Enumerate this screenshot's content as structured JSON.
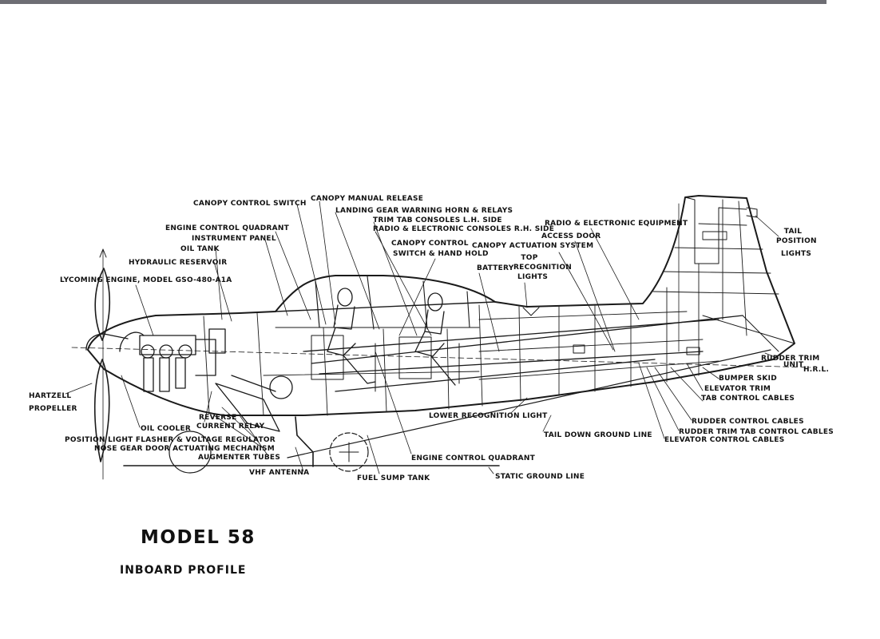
{
  "title": "MODEL 58",
  "subtitle": "INBOARD PROFILE",
  "labels": {
    "canopy_control_switch": "CANOPY CONTROL SWITCH",
    "canopy_manual_release": "CANOPY MANUAL RELEASE",
    "landing_gear_warning": "LANDING GEAR WARNING HORN & RELAYS",
    "trim_tab_consoles_lh": "TRIM TAB CONSOLES L.H. SIDE",
    "radio_consoles_rh": "RADIO & ELECTRONIC CONSOLES R.H. SIDE",
    "engine_control_quadrant_top": "ENGINE CONTROL QUADRANT",
    "instrument_panel": "INSTRUMENT PANEL",
    "oil_tank": "OIL TANK",
    "hydraulic_reservoir": "HYDRAULIC RESERVOIR",
    "lycoming_engine": "LYCOMING ENGINE, MODEL GSO-480-A1A",
    "canopy_control_hand_hold_1": "CANOPY CONTROL",
    "canopy_control_hand_hold_2": "SWITCH & HAND HOLD",
    "battery": "BATTERY",
    "canopy_actuation_system": "CANOPY ACTUATION SYSTEM",
    "top_recognition_1": "TOP",
    "top_recognition_2": "RECOGNITION",
    "top_recognition_3": "LIGHTS",
    "access_door": "ACCESS DOOR",
    "radio_electronic_equipment": "RADIO & ELECTRONIC EQUIPMENT",
    "tail_position_1": "TAIL",
    "tail_position_2": "POSITION",
    "tail_position_3": "LIGHTS",
    "rudder_trim_unit_1": "RUDDER TRIM",
    "rudder_trim_unit_2": "UNIT",
    "hrl": "H.R.L.",
    "bumper_skid": "BUMPER SKID",
    "elevator_trim": "ELEVATOR TRIM",
    "tab_control_cables": "TAB CONTROL CABLES",
    "rudder_control_cables": "RUDDER CONTROL CABLES",
    "rudder_trim_tab_cables": "RUDDER TRIM TAB CONTROL CABLES",
    "elevator_control_cables": "ELEVATOR CONTROL CABLES",
    "hartzell_1": "HARTZELL",
    "hartzell_2": "PROPELLER",
    "oil_cooler": "OIL COOLER",
    "reverse_current_1": "REVERSE",
    "reverse_current_2": "CURRENT RELAY",
    "position_light_flasher": "POSITION LIGHT FLASHER & VOLTAGE REGULATOR",
    "nose_gear_door": "NOSE GEAR DOOR ACTUATING MECHANISM",
    "augmenter_tubes": "AUGMENTER TUBES",
    "vhf_antenna": "VHF ANTENNA",
    "fuel_sump_tank": "FUEL SUMP TANK",
    "engine_control_quadrant_bottom": "ENGINE CONTROL QUADRANT",
    "static_ground_line": "STATIC GROUND LINE",
    "lower_recognition_light": "LOWER RECOGNITION LIGHT",
    "tail_down_ground_line": "TAIL DOWN GROUND LINE"
  }
}
